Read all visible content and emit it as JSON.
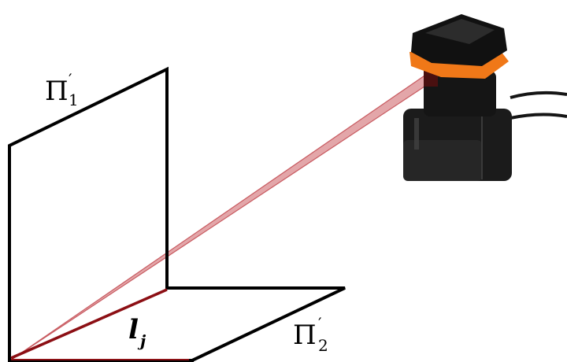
{
  "labels": {
    "plane_1": {
      "symbol": "Π",
      "prime": "′",
      "index": "1"
    },
    "plane_2": {
      "symbol": "Π",
      "prime": "′",
      "index": "2"
    },
    "line": {
      "symbol": "l",
      "index": "j"
    }
  },
  "colors": {
    "plane_lines": "#000000",
    "laser_fill": "#d9888c",
    "laser_edge": "#b01822",
    "sensor_body": "#1b1b1b",
    "sensor_ring": "#f07818"
  },
  "icons": {
    "sensor": "lidar-sensor-icon"
  }
}
